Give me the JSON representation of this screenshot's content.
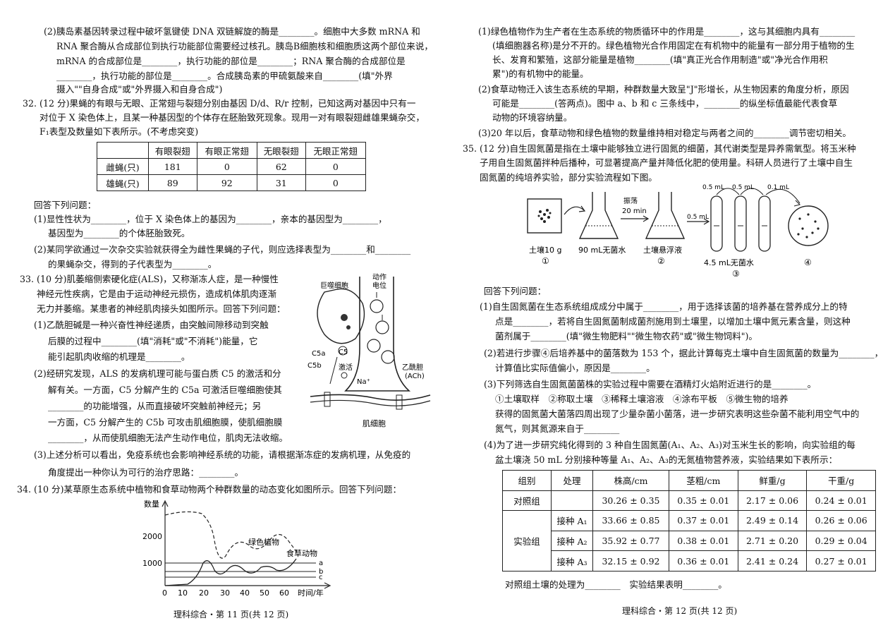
{
  "left": {
    "lines": [
      "(2)胰岛素基因转录过程中破坏氢键使 DNA 双链解旋的酶是________。细胞中大多数 mRNA 和",
      "RNA 聚合酶从合成部位到执行功能部位需要经过核孔。胰岛B细胞核和细胞质这两个部位来说，",
      "mRNA 的合成部位是________，执行功能的部位是________；RNA 聚合酶的合成部位是",
      "________，执行功能的部位是________。合成胰岛素的甲硫氨酸来自________(填\"外界",
      "摄入\"\"自身合成\"或\"外界摄入和自身合成\")",
      "32. (12 分)果蝇的有眼与无眼、正常翅与裂翅分别由基因 D/d、R/r 控制，已知这两对基因中只有一",
      "对位于 X 染色体上，且某一种基因型的个体存在胚胎致死现象。现用一对有眼裂翅雌雄果蝇杂交，",
      "F₁表型及数量如下表所示。(不考虑突变)",
      "回答下列问题：",
      "(1)显性性状为________，位于 X 染色体上的基因为________，亲本的基因型为________，",
      "基因型为________的个体胚胎致死。",
      "(2)某同学欲通过一次杂交实验就获得全为雌性果蝇的子代，则应选择表型为________和________",
      "的果蝇杂交，得到的子代表型为________。",
      "33. (10 分)肌萎缩侧索硬化症(ALS)，又称渐冻人症，是一种慢性",
      "神经元性疾病，它是由于运动神经元损伤，造成机体肌肉逐渐",
      "无力并萎缩。某患者的神经肌肉接头如图所示。回答下列问题：",
      "(1)乙酰胆碱是一种兴奋性神经递质，由突触间隙移动到突触",
      "后膜的过程中________(填\"消耗\"或\"不消耗\")能量，它",
      "能引起肌肉收缩的机理是________。",
      "(2)经研究发现，ALS 的发病机理可能与蛋白质 C5 的激活和分",
      "解有关。一方面，C5 分解产生的 C5a 可激活巨噬细胞使其",
      "________的功能增强，从而直接破坏突触前神经元；另",
      "一方面，C5 分解产生的 C5b 可攻击肌细胞膜，使肌细胞膜",
      "________，从而使肌细胞无法产生动作电位，肌肉无法收缩。",
      "(3)上述分析可以看出，免疫系统也会影响神经系统的功能，请根据渐冻症的发病机理，从免疫的",
      "角度提出一种你认为可行的治疗思路：________。",
      "34. (10 分)某草原生态系统中植物和食草动物两个种群数量的动态变化如图所示。回答下列问题："
    ],
    "table": {
      "headers": [
        "",
        "有眼裂翅",
        "有眼正常翅",
        "无眼裂翅",
        "无眼正常翅"
      ],
      "rows": [
        [
          "雌蝇(只)",
          "181",
          "0",
          "62",
          "0"
        ],
        [
          "雄蝇(只)",
          "89",
          "92",
          "31",
          "0"
        ]
      ]
    },
    "diagram": {
      "labels": [
        "动作",
        "电位",
        "巨噬细胞",
        "C5a",
        "C5",
        "C5b",
        "激活",
        "Na⁺",
        "乙酰胆",
        "(ACh)",
        "肌细胞"
      ]
    },
    "graph": {
      "ylabel": "数量",
      "xlabel": "时间/年",
      "yticks": [
        "2000",
        "1000"
      ],
      "xticks": [
        "0",
        "10",
        "20",
        "30",
        "40",
        "50",
        "60"
      ],
      "series": [
        "绿色植物",
        "食草动物"
      ],
      "lines": [
        "a",
        "b",
        "c"
      ]
    },
    "footer": "理科综合・第 11 页(共 12 页)"
  },
  "right": {
    "lines": [
      "(1)绿色植物作为生产者在生态系统的物质循环中的作用是________，这与其细胞内具有________",
      "(填细胞器名称)是分不开的。绿色植物光合作用固定在有机物中的能量有一部分用于植物的生",
      "长、发育和繁殖，这部分能量是植物________(填\"真正光合作用制造\"或\"净光合作用积",
      "累\")的有机物中的能量。",
      "(2)食草动物迁入该生态系统的早期，种群数量大致呈\"J\"形增长，从生物因素的角度分析，原因",
      "可能是________(答两点)。图中 a、b 和 c 三条线中，________的纵坐标值最能代表食草",
      "动物的环境容纳量。",
      "(3)20 年以后，食草动物和绿色植物的数量维持相对稳定与两者之间的________调节密切相关。",
      "35. (12 分)自生固氮菌是指在土壤中能够独立进行固氮的细菌，其代谢类型是异养需氧型。将玉米种",
      "子用自生固氮菌拌种后播种，可显著提高产量并降低化肥的使用量。科研人员进行了土壤中自生",
      "固氮菌的纯培养实验，部分实验流程如下图。",
      "回答下列问题：",
      "(1)自生固氮菌在生态系统组成成分中属于________，用于选择该菌的培养基在营养成分上的特",
      "点是________，若将自生固氮菌制成菌剂施用到土壤里，以增加土壤中氮元素含量，则这种",
      "菌剂属于________(填\"微生物肥料\"\"微生物农药\"或\"微生物饲料\")。",
      "(2)若进行步骤④后培养基中的菌落数为 153 个，据此计算每克土壤中自生固氮菌的数量为________，",
      "计算值比实际值偏小，原因是________。",
      "(3)下列筛选自生固氮菌菌株的实验过程中需要在酒精灯火焰附近进行的是________。",
      "①土壤取样　②称取土壤　③稀释土壤溶液　④涂布平板　⑤微生物的培养",
      "获得的固氮菌大菌落四周出现了少量杂菌小菌落，进一步研究表明这些杂菌不能利用空气中的",
      "氮气，则其氮源来自于________",
      "(4)为了进一步研究纯化得到的 3 种自生固氮菌(A₁、A₂、A₃)对玉米生长的影响，向实验组的每",
      "盆土壤浇 50 mL 分别接种等量 A₁、A₂、A₃的无氮植物营养液，实验结果如下表所示：",
      "对照组土壤的处理为________　实验结果表明________。"
    ],
    "flow": {
      "labels": [
        "土壤10 g",
        "90 mL无菌水",
        "振荡",
        "20 min",
        "土壤悬浮液",
        "0.5 mL",
        "0.5 mL",
        "0.5 mL",
        "0.1 mL",
        "4.5 mL无菌水"
      ],
      "steps": [
        "①",
        "②",
        "③",
        "④"
      ]
    },
    "table": {
      "headers": [
        "组别",
        "处理",
        "株高/cm",
        "茎粗/cm",
        "鲜重/g",
        "干重/g"
      ],
      "control": [
        "对照组",
        "",
        "30.26 ± 0.35",
        "0.35 ± 0.01",
        "2.17 ± 0.06",
        "0.24 ± 0.01"
      ],
      "group_label": "实验组",
      "rows": [
        [
          "接种 A₁",
          "33.66 ± 0.85",
          "0.37 ± 0.01",
          "2.49 ± 0.14",
          "0.26 ± 0.06"
        ],
        [
          "接种 A₂",
          "35.92 ± 0.77",
          "0.38 ± 0.01",
          "2.71 ± 0.20",
          "0.29 ± 0.04"
        ],
        [
          "接种 A₃",
          "32.15 ± 0.92",
          "0.36 ± 0.01",
          "2.41 ± 0.24",
          "0.27 ± 0.01"
        ]
      ]
    },
    "footer": "理科综合・第 12 页(共 12 页)"
  }
}
